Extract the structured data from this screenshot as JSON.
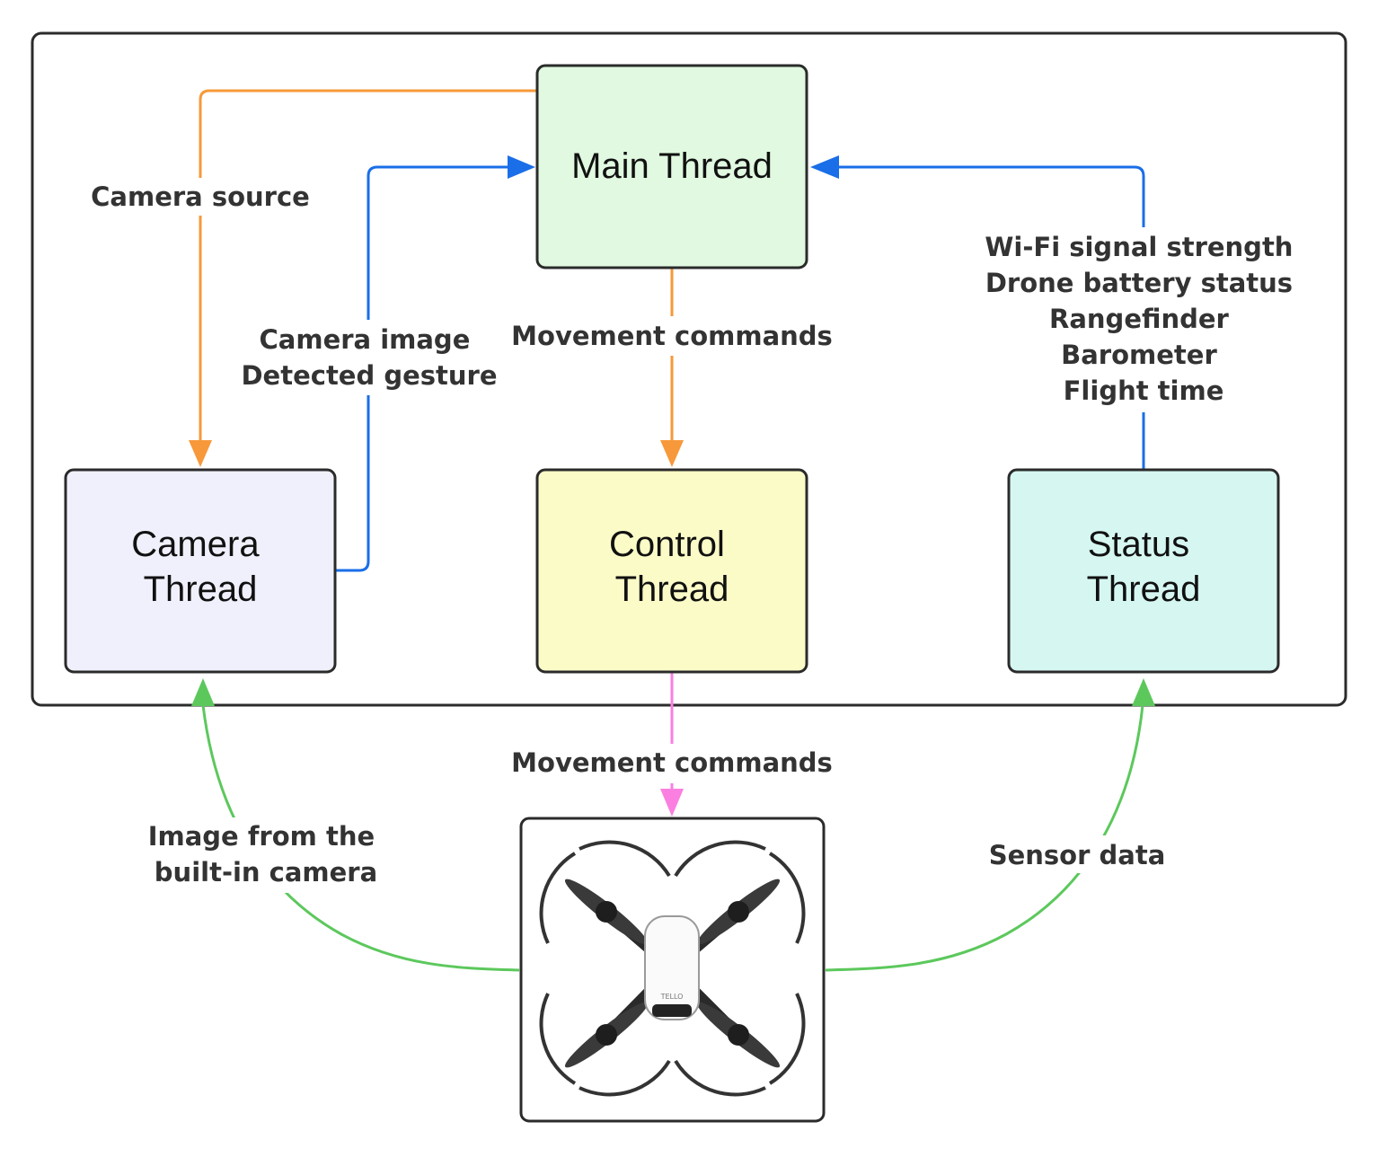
{
  "nodes": {
    "main": {
      "lines": [
        "Main Thread"
      ],
      "fill": "#e0f9e0"
    },
    "camera": {
      "lines": [
        "Camera",
        "Thread"
      ],
      "fill": "#f0f0fd"
    },
    "control": {
      "lines": [
        "Control",
        "Thread"
      ],
      "fill": "#fbfbc8"
    },
    "status": {
      "lines": [
        "Status",
        "Thread"
      ],
      "fill": "#d6f7f1"
    },
    "drone": {
      "image": "drone-quadcopter-icon"
    }
  },
  "edges": {
    "camera_source": {
      "lines": [
        "Camera source"
      ],
      "color": "#f7993a"
    },
    "camera_image_gesture": {
      "lines": [
        "Camera image",
        "Detected gesture"
      ],
      "color": "#1a6ee8"
    },
    "movement_main_to_control": {
      "lines": [
        "Movement commands"
      ],
      "color": "#f7993a"
    },
    "status_to_main": {
      "lines": [
        "Wi-Fi signal strength",
        "Drone battery status",
        "Rangefinder",
        "Barometer",
        "Flight time"
      ],
      "color": "#1a6ee8"
    },
    "movement_control_to_drone": {
      "lines": [
        "Movement commands"
      ],
      "color": "#fb7fe0"
    },
    "image_to_camera": {
      "lines": [
        "Image from the",
        "built-in camera"
      ],
      "color": "#5cc85c"
    },
    "sensor_to_status": {
      "lines": [
        "Sensor data"
      ],
      "color": "#5cc85c"
    }
  },
  "drone_brand": "TELLO"
}
